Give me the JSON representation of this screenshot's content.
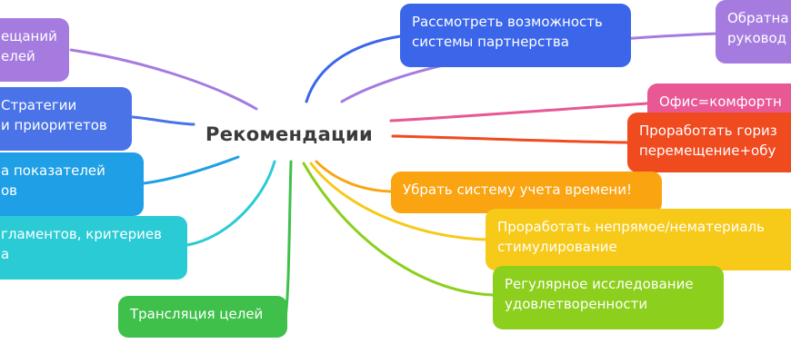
{
  "central": {
    "label": "Рекомендации"
  },
  "nodes": [
    {
      "id": "left1",
      "lines": [
        "ещаний",
        "елей"
      ],
      "color": "#a57be0"
    },
    {
      "id": "left2",
      "lines": [
        " Стратегии",
        " и приоритетов"
      ],
      "color": "#4a73e8"
    },
    {
      "id": "left3",
      "lines": [
        "а показателей",
        "ов"
      ],
      "color": "#1e9fe6"
    },
    {
      "id": "left4",
      "lines": [
        "гламентов, критериев",
        "а"
      ],
      "color": "#2bcbd6"
    },
    {
      "id": "left5",
      "lines": [
        "Трансляция целей"
      ],
      "color": "#3fc04b"
    },
    {
      "id": "right1",
      "lines": [
        "Рассмотреть возможность",
        "системы партнерства"
      ],
      "color": "#3b66ea"
    },
    {
      "id": "right2",
      "lines": [
        "Обратна",
        "руковод"
      ],
      "color": "#a57be0"
    },
    {
      "id": "right3",
      "lines": [
        "Офис=комфортн"
      ],
      "color": "#e85893"
    },
    {
      "id": "right4",
      "lines": [
        "Проработать гориз",
        "перемещение+обу"
      ],
      "color": "#f04a1f"
    },
    {
      "id": "right5",
      "lines": [
        "Убрать систему учета времени!"
      ],
      "color": "#f9a410"
    },
    {
      "id": "right6",
      "lines": [
        "Проработать непрямое/нематериаль",
        "стимулирование"
      ],
      "color": "#f7c918"
    },
    {
      "id": "right7",
      "lines": [
        "Регулярное исследование",
        "удовлетворенности"
      ],
      "color": "#8ccf1d"
    }
  ]
}
